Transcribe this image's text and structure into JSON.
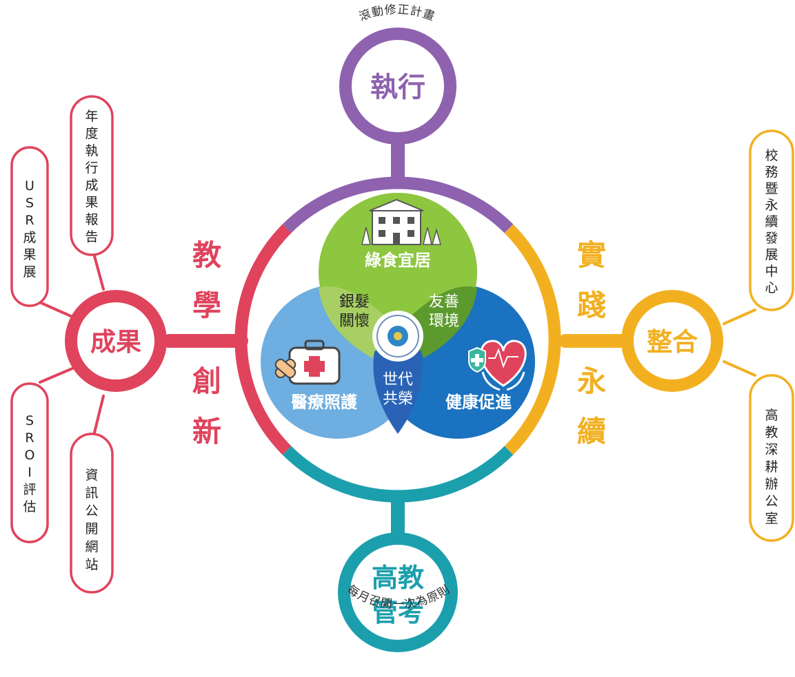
{
  "colors": {
    "purple": "#8E62AE",
    "orange": "#F2B021",
    "teal": "#1C9FAD",
    "red": "#E0435C",
    "green": "#8DC63F",
    "light_green": "#A7CF63",
    "dark_green": "#5C9A2E",
    "light_blue": "#6EAEE0",
    "dark_blue": "#1A72C0",
    "center_blue": "#2A63B5"
  },
  "nodes": {
    "top": {
      "label": "執行",
      "caption": "滾動修正計畫"
    },
    "right": {
      "label": "整合"
    },
    "bottom": {
      "label_line1": "高教",
      "label_line2": "管考",
      "caption": "每月召開一次為原則"
    },
    "left": {
      "label": "成果"
    }
  },
  "side_words": {
    "left": [
      "教",
      "學",
      "創",
      "新"
    ],
    "right": [
      "實",
      "踐",
      "永",
      "續"
    ]
  },
  "venn": {
    "top": "綠食宜居",
    "left": "醫療照護",
    "right": "健康促進",
    "overlap_left_top_1": "銀髮",
    "overlap_left_top_2": "關懷",
    "overlap_right_top_1": "友善",
    "overlap_right_top_2": "環境",
    "overlap_bottom_1": "世代",
    "overlap_bottom_2": "共榮"
  },
  "pills": {
    "left_top_outer": [
      "U",
      "S",
      "R",
      "成",
      "果",
      "展"
    ],
    "left_top_inner": [
      "年",
      "度",
      "執",
      "行",
      "成",
      "果",
      "報",
      "告"
    ],
    "left_bottom_outer": [
      "S",
      "R",
      "O",
      "I",
      "評",
      "估"
    ],
    "left_bottom_inner": [
      "資",
      "訊",
      "公",
      "開",
      "網",
      "站"
    ],
    "right_top": [
      "校",
      "務",
      "暨",
      "永",
      "續",
      "發",
      "展",
      "中",
      "心"
    ],
    "right_bottom": [
      "高",
      "教",
      "深",
      "耕",
      "辦",
      "公",
      "室"
    ]
  }
}
